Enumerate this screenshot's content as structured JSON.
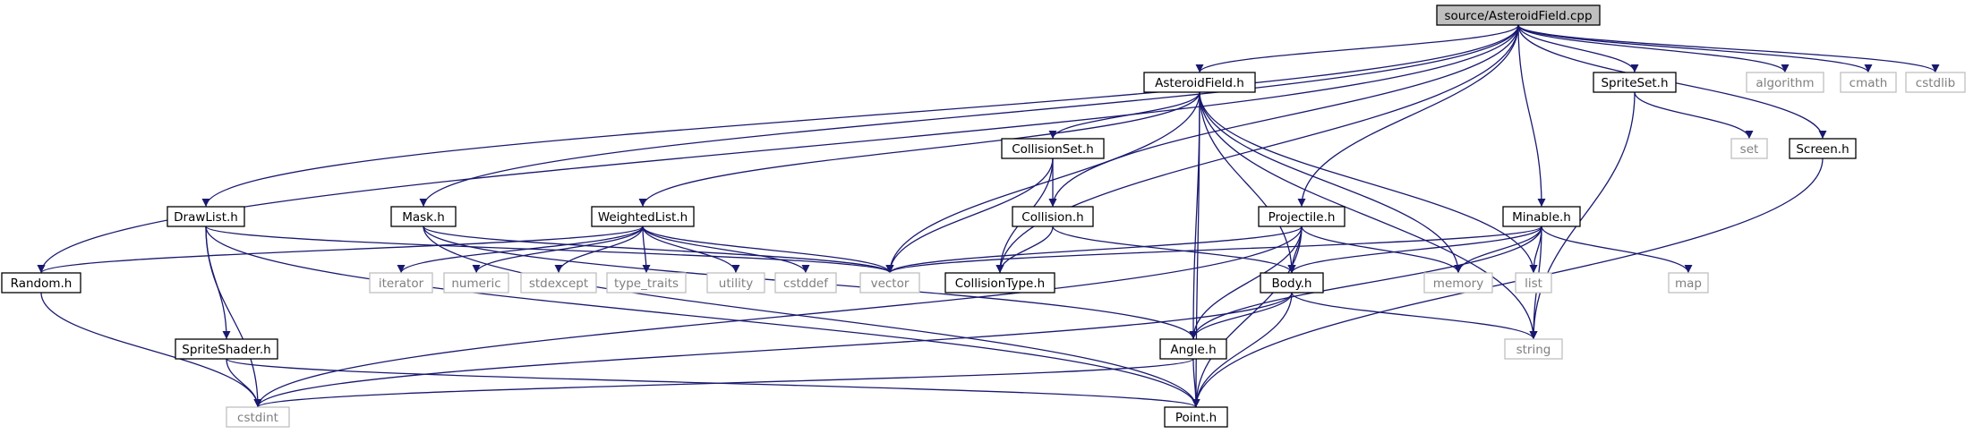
{
  "graph": {
    "colors": {
      "edge": "#191970",
      "root_fill": "#bfbfbf",
      "local_border": "#000000",
      "system_border": "#bfbfbf",
      "system_text": "#7f7f7f",
      "local_text": "#000000"
    },
    "nodes": [
      {
        "id": "root",
        "label": "source/AsteroidField.cpp",
        "kind": "root"
      },
      {
        "id": "asteroidfield_h",
        "label": "AsteroidField.h",
        "kind": "local"
      },
      {
        "id": "spriteset_h",
        "label": "SpriteSet.h",
        "kind": "local"
      },
      {
        "id": "algorithm",
        "label": "algorithm",
        "kind": "system"
      },
      {
        "id": "cmath",
        "label": "cmath",
        "kind": "system"
      },
      {
        "id": "cstdlib",
        "label": "cstdlib",
        "kind": "system"
      },
      {
        "id": "collisionset_h",
        "label": "CollisionSet.h",
        "kind": "local"
      },
      {
        "id": "set",
        "label": "set",
        "kind": "system"
      },
      {
        "id": "screen_h",
        "label": "Screen.h",
        "kind": "local"
      },
      {
        "id": "drawlist_h",
        "label": "DrawList.h",
        "kind": "local"
      },
      {
        "id": "mask_h",
        "label": "Mask.h",
        "kind": "local"
      },
      {
        "id": "weightedlist_h",
        "label": "WeightedList.h",
        "kind": "local"
      },
      {
        "id": "collision_h",
        "label": "Collision.h",
        "kind": "local"
      },
      {
        "id": "projectile_h",
        "label": "Projectile.h",
        "kind": "local"
      },
      {
        "id": "minable_h",
        "label": "Minable.h",
        "kind": "local"
      },
      {
        "id": "random_h",
        "label": "Random.h",
        "kind": "local"
      },
      {
        "id": "iterator",
        "label": "iterator",
        "kind": "system"
      },
      {
        "id": "numeric",
        "label": "numeric",
        "kind": "system"
      },
      {
        "id": "stdexcept",
        "label": "stdexcept",
        "kind": "system"
      },
      {
        "id": "type_traits",
        "label": "type_traits",
        "kind": "system"
      },
      {
        "id": "utility",
        "label": "utility",
        "kind": "system"
      },
      {
        "id": "cstddef",
        "label": "cstddef",
        "kind": "system"
      },
      {
        "id": "vector",
        "label": "vector",
        "kind": "system"
      },
      {
        "id": "collisiontype_h",
        "label": "CollisionType.h",
        "kind": "local"
      },
      {
        "id": "body_h",
        "label": "Body.h",
        "kind": "local"
      },
      {
        "id": "memory",
        "label": "memory",
        "kind": "system"
      },
      {
        "id": "list",
        "label": "list",
        "kind": "system"
      },
      {
        "id": "map",
        "label": "map",
        "kind": "system"
      },
      {
        "id": "spriteshader_h",
        "label": "SpriteShader.h",
        "kind": "local"
      },
      {
        "id": "angle_h",
        "label": "Angle.h",
        "kind": "local"
      },
      {
        "id": "string",
        "label": "string",
        "kind": "system"
      },
      {
        "id": "cstdint",
        "label": "cstdint",
        "kind": "system"
      },
      {
        "id": "point_h",
        "label": "Point.h",
        "kind": "local"
      }
    ],
    "edges": [
      [
        "root",
        "asteroidfield_h"
      ],
      [
        "root",
        "spriteset_h"
      ],
      [
        "root",
        "algorithm"
      ],
      [
        "root",
        "cmath"
      ],
      [
        "root",
        "cstdlib"
      ],
      [
        "root",
        "screen_h"
      ],
      [
        "root",
        "drawlist_h"
      ],
      [
        "root",
        "mask_h"
      ],
      [
        "root",
        "random_h"
      ],
      [
        "root",
        "collision_h"
      ],
      [
        "root",
        "collisiontype_h"
      ],
      [
        "root",
        "projectile_h"
      ],
      [
        "root",
        "minable_h"
      ],
      [
        "asteroidfield_h",
        "collisionset_h"
      ],
      [
        "asteroidfield_h",
        "weightedlist_h"
      ],
      [
        "asteroidfield_h",
        "vector"
      ],
      [
        "asteroidfield_h",
        "body_h"
      ],
      [
        "asteroidfield_h",
        "angle_h"
      ],
      [
        "asteroidfield_h",
        "point_h"
      ],
      [
        "asteroidfield_h",
        "memory"
      ],
      [
        "asteroidfield_h",
        "list"
      ],
      [
        "asteroidfield_h",
        "string"
      ],
      [
        "spriteset_h",
        "set"
      ],
      [
        "spriteset_h",
        "string"
      ],
      [
        "screen_h",
        "point_h"
      ],
      [
        "collisionset_h",
        "collision_h"
      ],
      [
        "collisionset_h",
        "collisiontype_h"
      ],
      [
        "collisionset_h",
        "vector"
      ],
      [
        "collision_h",
        "collisiontype_h"
      ],
      [
        "collision_h",
        "body_h"
      ],
      [
        "drawlist_h",
        "vector"
      ],
      [
        "drawlist_h",
        "spriteshader_h"
      ],
      [
        "drawlist_h",
        "cstdint"
      ],
      [
        "drawlist_h",
        "point_h"
      ],
      [
        "mask_h",
        "vector"
      ],
      [
        "mask_h",
        "angle_h"
      ],
      [
        "mask_h",
        "point_h"
      ],
      [
        "weightedlist_h",
        "random_h"
      ],
      [
        "weightedlist_h",
        "iterator"
      ],
      [
        "weightedlist_h",
        "numeric"
      ],
      [
        "weightedlist_h",
        "stdexcept"
      ],
      [
        "weightedlist_h",
        "type_traits"
      ],
      [
        "weightedlist_h",
        "utility"
      ],
      [
        "weightedlist_h",
        "cstddef"
      ],
      [
        "weightedlist_h",
        "vector"
      ],
      [
        "projectile_h",
        "vector"
      ],
      [
        "projectile_h",
        "body_h"
      ],
      [
        "projectile_h",
        "memory"
      ],
      [
        "projectile_h",
        "angle_h"
      ],
      [
        "projectile_h",
        "point_h"
      ],
      [
        "projectile_h",
        "cstdint"
      ],
      [
        "minable_h",
        "vector"
      ],
      [
        "minable_h",
        "body_h"
      ],
      [
        "minable_h",
        "memory"
      ],
      [
        "minable_h",
        "list"
      ],
      [
        "minable_h",
        "map"
      ],
      [
        "minable_h",
        "angle_h"
      ],
      [
        "minable_h",
        "string"
      ],
      [
        "random_h",
        "cstdint"
      ],
      [
        "body_h",
        "angle_h"
      ],
      [
        "body_h",
        "point_h"
      ],
      [
        "body_h",
        "string"
      ],
      [
        "body_h",
        "cstdint"
      ],
      [
        "spriteshader_h",
        "cstdint"
      ],
      [
        "spriteshader_h",
        "point_h"
      ],
      [
        "angle_h",
        "point_h"
      ],
      [
        "angle_h",
        "cstdint"
      ]
    ]
  }
}
